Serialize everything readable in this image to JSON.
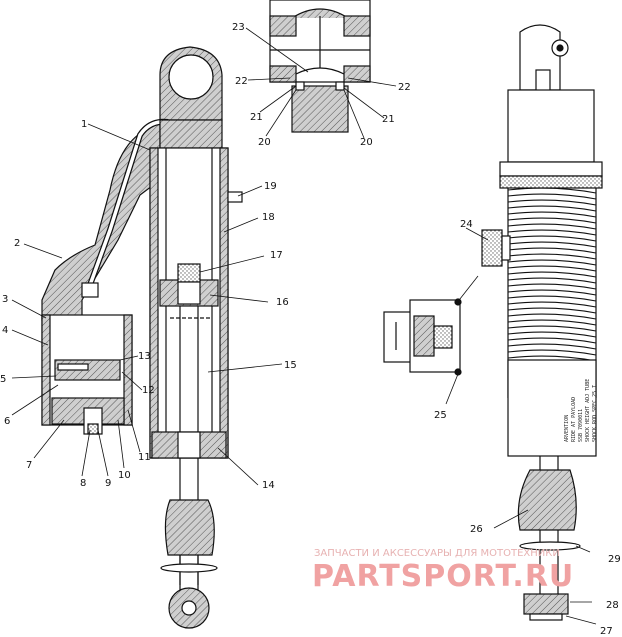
{
  "callouts": {
    "n1": "1",
    "n2": "2",
    "n3": "3",
    "n4": "4",
    "n5": "5",
    "n6": "6",
    "n7": "7",
    "n8": "8",
    "n9": "9",
    "n10": "10",
    "n11": "11",
    "n12": "12",
    "n13": "13",
    "n14": "14",
    "n15": "15",
    "n16": "16",
    "n17": "17",
    "n18": "18",
    "n19": "19",
    "n20": "20",
    "n21": "21",
    "n22": "22",
    "n23": "23",
    "n24": "24",
    "n25": "25",
    "n26": "26",
    "n27": "27",
    "n28": "28",
    "n29": "29"
  },
  "shock_label": {
    "lines": [
      "ARVENTION",
      "RIDE AT PAYLOAD",
      "SSB   7090011",
      "SHOCK HEIGHT ADJ TUBE",
      "SHOCK ROD SPEC 25 T"
    ]
  },
  "watermark": {
    "caption": "ЗАПЧАСТИ И АКСЕССУАРЫ ДЛЯ МОТОТЕХНИКИ",
    "brand": "PARTSPORT.RU"
  },
  "colors": {
    "line": "#111111",
    "hatch_fill": "#bdbdbd",
    "watermark_text": "#f0a2a2",
    "watermark_caption": "#e7b2b2"
  }
}
